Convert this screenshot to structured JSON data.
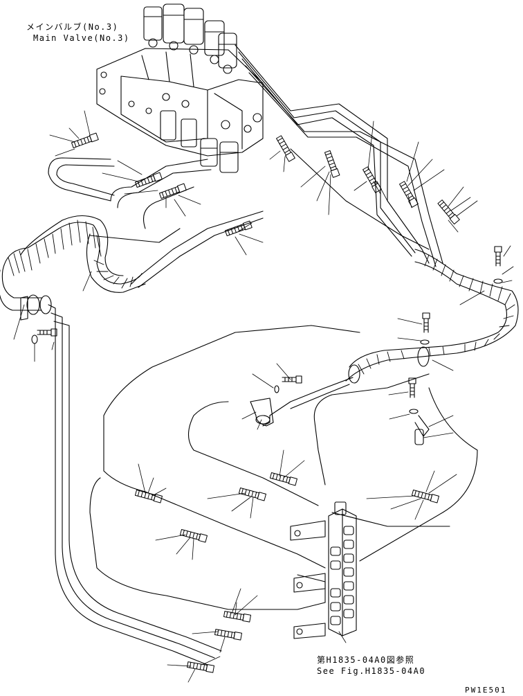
{
  "labels": {
    "main_valve_jp": "メインバルブ(No.3)",
    "main_valve_en": "Main Valve(No.3)",
    "ref_jp": "第H1835-04A0図参照",
    "ref_en": "See Fig.H1835-04A0",
    "drawing_code": "PW1E501"
  },
  "colors": {
    "line": "#000000",
    "background": "#ffffff"
  }
}
